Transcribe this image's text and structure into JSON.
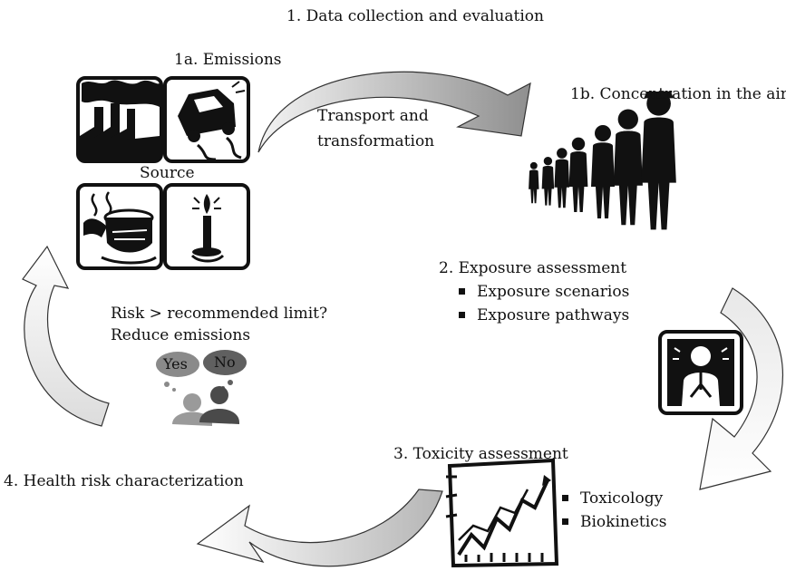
{
  "steps": {
    "s1": "1. Data collection and evaluation",
    "s1a": "1a. Emissions",
    "s1b": "1b. Concentration in the air",
    "s2": "2. Exposure assessment",
    "s3": "3. Toxicity assessment",
    "s4": "4. Health risk characterization"
  },
  "labels": {
    "source": "Source",
    "transport_line1": "Transport and",
    "transport_line2": "transformation",
    "risk_question": "Risk > recommended limit?",
    "reduce": "Reduce emissions",
    "yes": "Yes",
    "no": "No"
  },
  "exposure_items": [
    "Exposure scenarios",
    "Exposure pathways"
  ],
  "toxicity_items": [
    "Toxicology",
    "Biokinetics"
  ],
  "icons": [
    "factory-icon",
    "car-icon",
    "cooking-pot-icon",
    "candle-icon",
    "people-icon",
    "lungs-icon",
    "chart-icon",
    "thought-bubble-icon"
  ],
  "colors": {
    "ink": "#111111",
    "arrow_light": "#f2f2f2",
    "arrow_dark": "#9a9a9a",
    "bubble": "#8a8a8a"
  }
}
